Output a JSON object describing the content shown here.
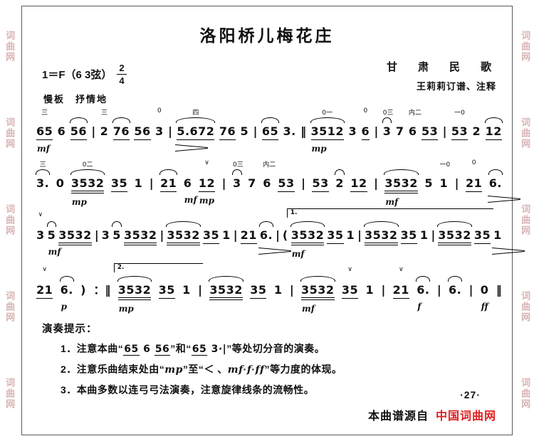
{
  "header": {
    "title": "洛阳桥儿梅花庄",
    "key": "1＝F（6 3弦）",
    "time_top": "2",
    "time_bottom": "4",
    "credit1": "甘　肃　民　歌",
    "credit2": "王莉莉订谱、注释",
    "tempo": "慢板　抒情地"
  },
  "music": {
    "lines": [
      {
        "tokens": [
          {
            "n": "65",
            "u": 1,
            "ab": "三",
            "dyn": "mf"
          },
          {
            "n": "6"
          },
          {
            "n": "56",
            "u": 1,
            "slur": true
          },
          {
            "n": "|",
            "bar": true
          },
          {
            "n": "2",
            "ab": "三"
          },
          {
            "n": "76",
            "u": 1,
            "slur": true
          },
          {
            "n": "56",
            "u": 1
          },
          {
            "n": "3",
            "ab": "0"
          },
          {
            "n": "|",
            "bar": true
          },
          {
            "n": "5.672",
            "u": 1,
            "ab": "四",
            "slur": true,
            "hair": true
          },
          {
            "n": "76",
            "u": 1
          },
          {
            "n": "5"
          },
          {
            "n": "|",
            "bar": true
          },
          {
            "n": "65",
            "u": 1,
            "slur": true
          },
          {
            "n": "3."
          },
          {
            "n": "‖",
            "bar": true
          },
          {
            "n": "3512",
            "u": 1,
            "ab": "0一",
            "dyn": "mp",
            "slur": true
          },
          {
            "n": "3"
          },
          {
            "n": "6",
            "u": 1,
            "ab": "0"
          },
          {
            "n": "|",
            "bar": true
          },
          {
            "n": "3",
            "ab": "0三",
            "slur": true
          },
          {
            "n": "7"
          },
          {
            "n": "6",
            "ab": "内二"
          },
          {
            "n": "53",
            "u": 1
          },
          {
            "n": "|",
            "bar": true
          },
          {
            "n": "53",
            "u": 1,
            "ab": "一0"
          },
          {
            "n": "2"
          },
          {
            "n": "12",
            "u": 1,
            "slur": true
          }
        ]
      },
      {
        "tokens": [
          {
            "n": "3.",
            "ab": "三",
            "slur": true
          },
          {
            "n": "0"
          },
          {
            "n": "3532",
            "u": 2,
            "ab": "0二",
            "dyn": "mp",
            "slur": true
          },
          {
            "n": "35",
            "u": 1
          },
          {
            "n": "1"
          },
          {
            "n": "|",
            "bar": true
          },
          {
            "n": "21",
            "u": 1,
            "slur": true
          },
          {
            "n": "6",
            "dyn": "mf"
          },
          {
            "n": "12",
            "u": 1,
            "ab": "∨",
            "dyn": "mp"
          },
          {
            "n": "|",
            "bar": true
          },
          {
            "n": "3",
            "ab": "0三",
            "slur": true
          },
          {
            "n": "7"
          },
          {
            "n": "6",
            "ab": "内二"
          },
          {
            "n": "53",
            "u": 1
          },
          {
            "n": "|",
            "bar": true
          },
          {
            "n": "53",
            "u": 1
          },
          {
            "n": "2",
            "slur": true
          },
          {
            "n": "12",
            "u": 1
          },
          {
            "n": "|",
            "bar": true
          },
          {
            "n": "3532",
            "u": 2,
            "dyn": "mf",
            "slur": true
          },
          {
            "n": "5"
          },
          {
            "n": "1",
            "ab": "一0"
          },
          {
            "n": "|",
            "bar": true
          },
          {
            "n": "21",
            "u": 1,
            "ab": "0"
          },
          {
            "n": "6.",
            "slur": true,
            "hair": true
          }
        ]
      },
      {
        "tokens": [
          {
            "n": "3",
            "ab": "∨"
          },
          {
            "n": "5",
            "slur": true,
            "dyn": "mf"
          },
          {
            "n": "3532",
            "u": 2
          },
          {
            "n": "|",
            "bar": true
          },
          {
            "n": "3"
          },
          {
            "n": "5",
            "slur": true
          },
          {
            "n": "3532",
            "u": 2
          },
          {
            "n": "|",
            "bar": true
          },
          {
            "n": "3532",
            "u": 2,
            "slur": true
          },
          {
            "n": "35",
            "u": 1
          },
          {
            "n": "1"
          },
          {
            "n": "|",
            "bar": true
          },
          {
            "n": "21",
            "u": 1
          },
          {
            "n": "6.",
            "slur": true,
            "hair": true
          },
          {
            "n": "|",
            "bar": true
          },
          {
            "n": "("
          },
          {
            "n": "3532",
            "u": 2,
            "dyn": "mf",
            "slur": true,
            "volta": "1.",
            "vw": 285
          },
          {
            "n": "35",
            "u": 1
          },
          {
            "n": "1"
          },
          {
            "n": "|",
            "bar": true
          },
          {
            "n": "3532",
            "u": 2,
            "slur": true
          },
          {
            "n": "35",
            "u": 1
          },
          {
            "n": "1"
          },
          {
            "n": "|",
            "bar": true
          },
          {
            "n": "3532",
            "u": 2,
            "slur": true
          },
          {
            "n": "35",
            "u": 1
          },
          {
            "n": "1",
            "hair": true
          }
        ]
      },
      {
        "tokens": [
          {
            "n": "21",
            "u": 1,
            "ab": "∨"
          },
          {
            "n": "6.",
            "slur": true,
            "dyn": "p"
          },
          {
            "n": ")"
          },
          {
            "n": "：‖",
            "bar": true
          },
          {
            "n": "3532",
            "u": 2,
            "dyn": "mp",
            "slur": true,
            "volta": "2.",
            "vw": 120
          },
          {
            "n": "35",
            "u": 1
          },
          {
            "n": "1"
          },
          {
            "n": "|",
            "bar": true
          },
          {
            "n": "3532",
            "u": 2,
            "slur": true
          },
          {
            "n": "35",
            "u": 1
          },
          {
            "n": "1"
          },
          {
            "n": "|",
            "bar": true
          },
          {
            "n": "3532",
            "u": 2,
            "dyn": "mf",
            "slur": true
          },
          {
            "n": "35",
            "u": 1,
            "ab": "∨"
          },
          {
            "n": "1"
          },
          {
            "n": "|",
            "bar": true
          },
          {
            "n": "21",
            "u": 1,
            "ab": "∨"
          },
          {
            "n": "6.",
            "slur": true,
            "dyn": "f"
          },
          {
            "n": "|",
            "bar": true
          },
          {
            "n": "6.",
            "slur": true
          },
          {
            "n": "|",
            "bar": true
          },
          {
            "n": "0",
            "dyn": "ff"
          },
          {
            "n": "‖",
            "bar": true
          }
        ]
      }
    ]
  },
  "notes": {
    "heading": "演奏提示：",
    "items": [
      {
        "segments": [
          {
            "t": "1．注意本曲“"
          },
          {
            "t": "65",
            "style": "nu"
          },
          {
            "t": " 6 ",
            "style": "nb"
          },
          {
            "t": "56",
            "style": "nu"
          },
          {
            "t": "”和“"
          },
          {
            "t": "65",
            "style": "nu"
          },
          {
            "t": " 3·|",
            "style": "nb"
          },
          {
            "t": "”等处切分音的演奏。"
          }
        ]
      },
      {
        "segments": [
          {
            "t": "2．注意乐曲结束处由“"
          },
          {
            "t": "mp",
            "style": "dyn"
          },
          {
            "t": "”至“＜ 、"
          },
          {
            "t": "mf",
            "style": "dyn"
          },
          {
            "t": "·"
          },
          {
            "t": "f",
            "style": "dyn"
          },
          {
            "t": "·"
          },
          {
            "t": "ff",
            "style": "dyn"
          },
          {
            "t": "”等力度的体现。"
          }
        ]
      },
      {
        "segments": [
          {
            "t": "3．本曲多数以连弓弓法演奏，注意旋律线条的流畅性。"
          }
        ]
      }
    ]
  },
  "footer": {
    "page_number": "·27·",
    "source_label": "本曲谱源自",
    "source_site": "中国词曲网"
  },
  "watermark": {
    "text": "词曲网",
    "count": 5
  },
  "colors": {
    "site_red": "#e02020",
    "watermark_pink": "#d9b4b4",
    "ink": "#111111"
  }
}
